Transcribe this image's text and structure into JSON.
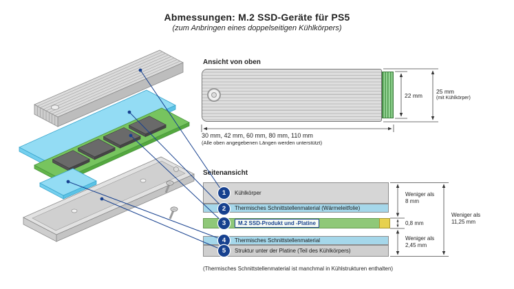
{
  "header": {
    "title": "Abmessungen: M.2 SSD-Geräte für PS5",
    "subtitle": "(zum Anbringen eines doppelseitigen Kühlkörpers)"
  },
  "top_view": {
    "section_label": "Ansicht von oben",
    "board_width": "22 mm",
    "total_width": "25 mm",
    "total_width_note": "(mit Kühlkörper)",
    "supported_lengths": "30 mm, 42 mm, 60 mm, 80 mm, 110 mm",
    "supported_lengths_note": "(Alle oben angegebenen Längen werden unterstützt)"
  },
  "side_view": {
    "section_label": "Seitenansicht",
    "layers": [
      {
        "num": "1",
        "label": "Kühlkörper"
      },
      {
        "num": "2",
        "label": "Thermisches Schnittstellenmaterial (Wärmeleitfolie)"
      },
      {
        "num": "3",
        "label": "M.2 SSD-Produkt und -Platine"
      },
      {
        "num": "4",
        "label": "Thermisches Schnittstellenmaterial"
      },
      {
        "num": "5",
        "label": "Struktur unter der Platine (Teil des Kühlkörpers)"
      }
    ],
    "dims": {
      "above_board": "Weniger als 8 mm",
      "board": "0,8 mm",
      "below_board": "Weniger als 2,45 mm",
      "total": "Weniger als 11,25 mm"
    }
  },
  "footnote": "(Thermisches Schnittstellenmaterial ist manchmal in Kühlstrukturen enthalten)",
  "colors": {
    "callout_blue": "#17418f",
    "thermal_sheet_blue": "#a5d7ea",
    "board_green": "#8fc878",
    "connector_gold": "#e6d14f"
  }
}
